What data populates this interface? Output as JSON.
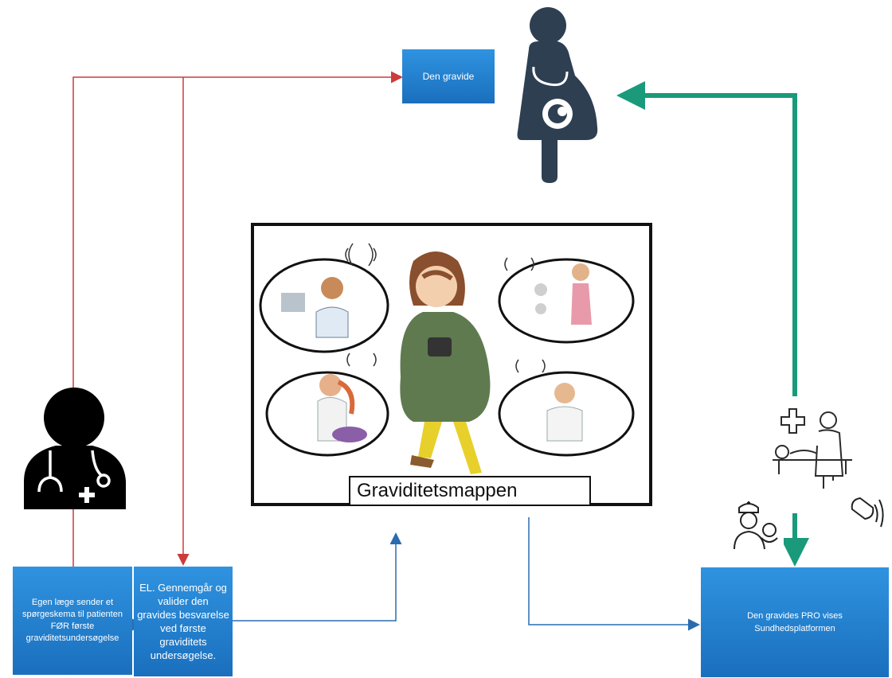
{
  "boxes": {
    "gravide": "Den gravide",
    "egen_laege": "Egen læge sender et spørgeskema til patienten FØR første graviditetsundersøgelse",
    "el_gennemgaar": "EL. Gennemgår og valider den gravides besvarelse ved første graviditets undersøgelse.",
    "pro_vises": "Den gravides PRO vises Sundhedsplatformen"
  },
  "central": {
    "title": "Graviditetsmappen"
  },
  "colors": {
    "box_blue": "#1f7fcf",
    "red_arrow": "#cc3b3b",
    "blue_arrow": "#2b6cb0",
    "green_arrow": "#1a9a7a",
    "icon_dark": "#2e3f52"
  },
  "icons": [
    "pregnant-woman-icon",
    "doctor-icon",
    "hospital-staff-icon",
    "nurse-baby-icon",
    "ultrasound-icon"
  ]
}
